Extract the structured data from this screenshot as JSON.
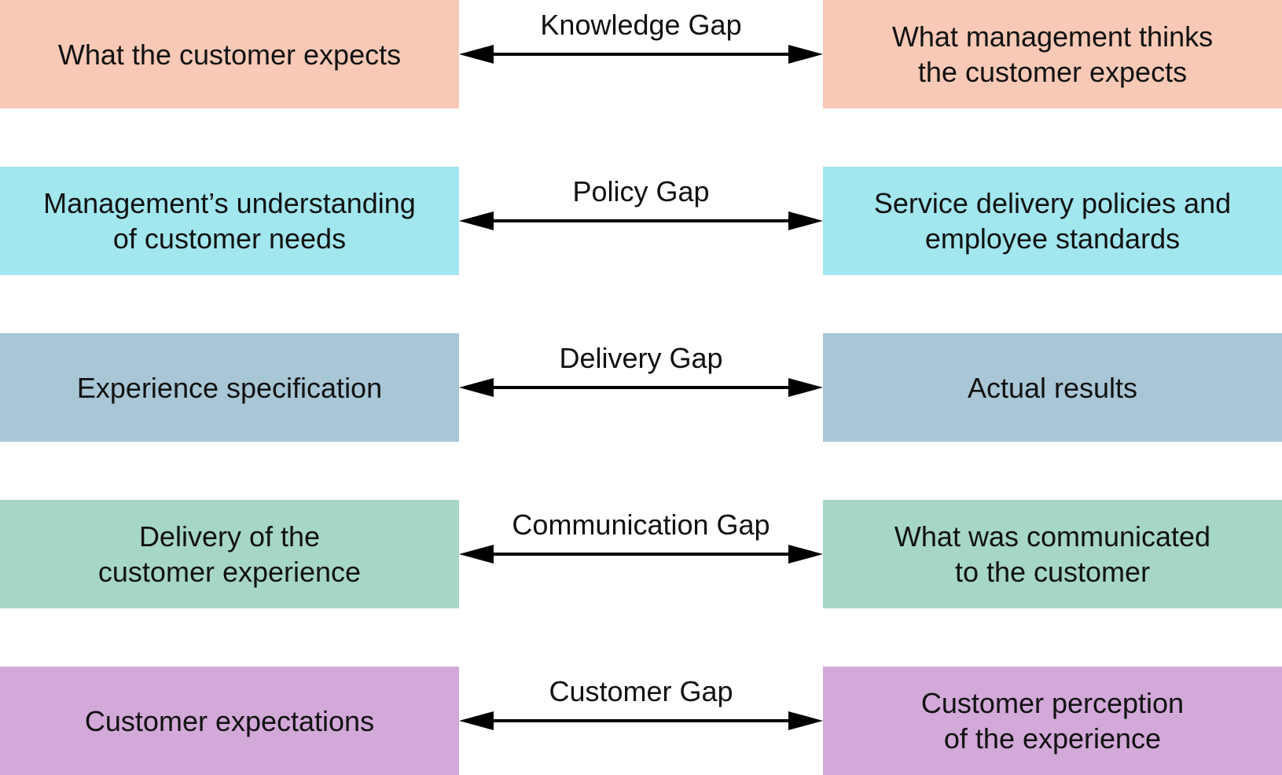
{
  "rows": [
    {
      "left": "What the customer expects",
      "gap": "Knowledge Gap",
      "right": "What management thinks\nthe customer expects",
      "color": "#f8c9b6"
    },
    {
      "left": "Management’s understanding\nof customer needs",
      "gap": "Policy Gap",
      "right": "Service delivery policies and\nemployee standards",
      "color": "#a2e6ee"
    },
    {
      "left": "Experience specification",
      "gap": "Delivery Gap",
      "right": "Actual results",
      "color": "#a8c6d6"
    },
    {
      "left": "Delivery of the\ncustomer experience",
      "gap": "Communication Gap",
      "right": "What was communicated\nto the customer",
      "color": "#a6d6c7"
    },
    {
      "left": "Customer expectations",
      "gap": "Customer Gap",
      "right": "Customer perception\nof the experience",
      "color": "#d2a9d9"
    }
  ]
}
